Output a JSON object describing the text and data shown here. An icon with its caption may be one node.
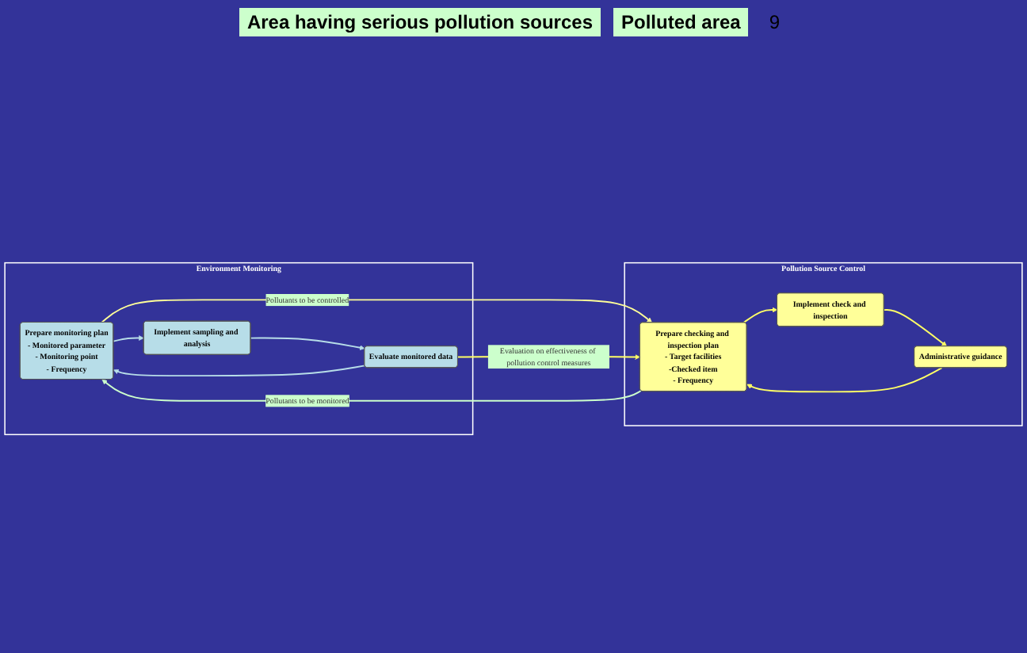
{
  "diagram": {
    "nodes": [
      {
        "text": [
          "Environment Monitoring"
        ]
      },
      {
        "text": [
          "Prepare monitoring plan",
          "- Monitored parameter",
          "- Monitoring point",
          "- Frequency"
        ],
        "in": 0
      },
      {
        "text": [
          "Implement sampling and analysis"
        ],
        "in": 0
      },
      {
        "text": [
          "Evaluate monitored data"
        ],
        "in": 0
      },
      {
        "text": [
          "Pollution Source Control"
        ]
      },
      {
        "text": [
          "Prepare checking and inspection plan",
          "- Target facilities",
          "-Checked item",
          "- Frequency"
        ],
        "in": 4
      },
      {
        "text": [
          "Implement check and inspection"
        ],
        "in": 4
      },
      {
        "text": [
          "Administrative guidance"
        ],
        "in": 4
      }
    ],
    "edges": [
      {
        "from": 1,
        "to": 2,
        "arrow": "to",
        "color": "#b7dde8"
      },
      {
        "from": 2,
        "to": 3,
        "arrow": "to",
        "color": "#b7dde8"
      },
      {
        "from": 3,
        "to": 1,
        "arrow": "to",
        "color": "#b7dde8"
      },
      {
        "from": 5,
        "to": 6,
        "arrow": "to",
        "color": "#ffff66"
      },
      {
        "from": 6,
        "to": 7,
        "arrow": "to",
        "color": "#ffff66"
      },
      {
        "from": 7,
        "to": 5,
        "arrow": "to",
        "color": "#ffff66"
      },
      {
        "from": 5,
        "to": 1,
        "arrow": "to",
        "label": "Pollutants to be monitored",
        "color": "#ccffcc"
      },
      {
        "from": 1,
        "to": 5,
        "arrow": "to",
        "label": "Pollutants to be controlled",
        "color": "#ffff99"
      },
      {
        "from": 3,
        "to": 5,
        "arrow": "to",
        "label": "Evaluation on effectiveness of pollution control measures",
        "color": "#ffff66"
      }
    ],
    "labels": [
      "Area having serious pollution sources",
      "Polluted area",
      "9"
    ]
  }
}
